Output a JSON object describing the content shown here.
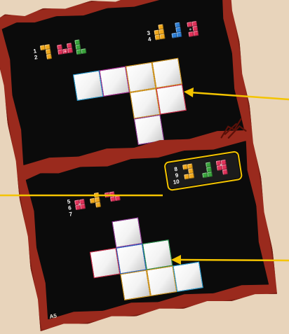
{
  "top_rows": {
    "left": [
      "1",
      "2"
    ],
    "right": [
      "3",
      "4"
    ]
  },
  "bottom_rows": {
    "left": [
      "5",
      "6",
      "7"
    ],
    "highlight": [
      "8",
      "9",
      "10"
    ]
  },
  "page_code": "A5",
  "colors": {
    "board": "#9a2a1d",
    "panel": "#0b0b0b",
    "highlight": "#f4c400",
    "arrow": "#f4c400",
    "piece_yellow": "#f0a81c",
    "piece_red": "#e0325a",
    "piece_green": "#3aa43c",
    "piece_blue": "#2e7fd6"
  }
}
